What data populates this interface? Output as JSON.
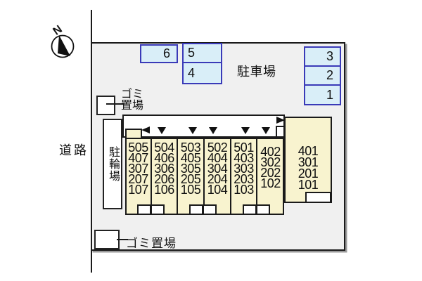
{
  "compass": {
    "north_label": "N"
  },
  "labels": {
    "road": "道路",
    "parking_area": "駐車場",
    "garbage_top_line1": "ゴミ",
    "garbage_top_line2": "置場",
    "garbage_bottom": "ゴミ置場",
    "bicycle_parking": "駐輪場"
  },
  "parking_spaces": {
    "top": [
      "6",
      "5",
      "4"
    ],
    "right": [
      "3",
      "2",
      "1"
    ]
  },
  "building": {
    "columns": [
      {
        "rooms": [
          "505",
          "407",
          "307",
          "207",
          "107"
        ]
      },
      {
        "rooms": [
          "504",
          "406",
          "306",
          "206",
          "106"
        ]
      },
      {
        "rooms": [
          "503",
          "405",
          "305",
          "205",
          "105"
        ]
      },
      {
        "rooms": [
          "502",
          "404",
          "304",
          "204",
          "104"
        ]
      },
      {
        "rooms": [
          "501",
          "403",
          "303",
          "203",
          "103"
        ]
      },
      {
        "rooms": [
          "402",
          "302",
          "202",
          "102"
        ]
      }
    ],
    "east_block": {
      "rooms": [
        "401",
        "301",
        "201",
        "101"
      ]
    }
  },
  "icons": {
    "door_marker_down": "▼",
    "entrance_arrow_left": "◀",
    "entrance_arrow_right": "▶"
  },
  "colors": {
    "line": "#1a1a1a",
    "site_fill": "#f0f0f0",
    "building_fill": "#f8f3cf",
    "parking_fill": "#d9eef8",
    "parking_border": "#3a3ab8"
  }
}
